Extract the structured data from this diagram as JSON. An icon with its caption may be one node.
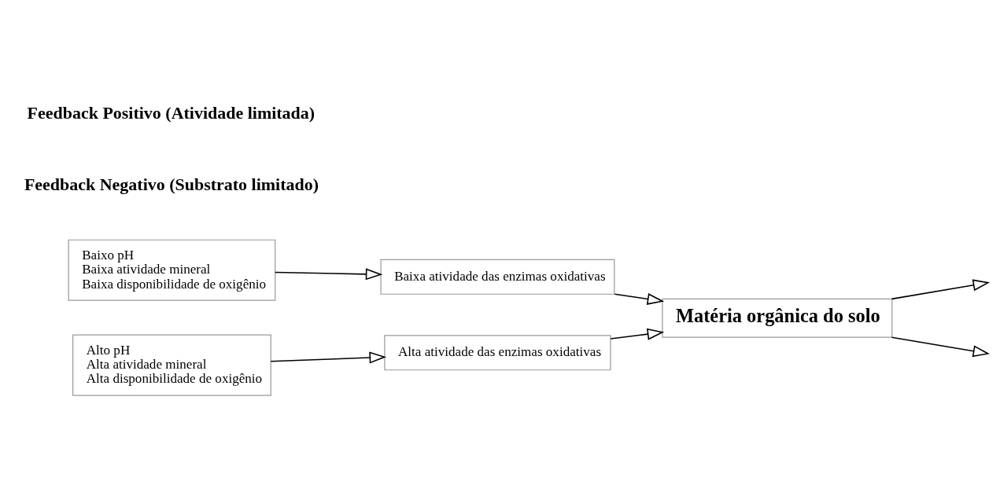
{
  "diagram": {
    "nodes": [
      {
        "text": [
          "Baixo pH",
          "Baixa atividade mineral",
          "Baixa disponibilidade de oxigênio"
        ]
      },
      {
        "text": [
          "Baixa atividade das enzimas oxidativas"
        ]
      },
      {
        "text": [
          "Matéria orgânica do solo"
        ]
      },
      {
        "text": [
          "Alta atividade das enzimas oxidativas"
        ]
      },
      {
        "text": [
          "Alto pH",
          "Alta atividade mineral",
          "Alta disponibilidade de oxigênio"
        ]
      }
    ],
    "edges": [
      {
        "from": 0,
        "to": 1,
        "arrow": "to"
      },
      {
        "from": 1,
        "to": 2,
        "arrow": "to"
      },
      {
        "from": 2,
        "to": null,
        "arrow": "to"
      },
      {
        "from": 3,
        "to": 2,
        "arrow": "to"
      },
      {
        "from": 4,
        "to": 3,
        "arrow": "to"
      },
      {
        "from": 2,
        "to": null,
        "arrow": "to"
      }
    ],
    "labels": [
      "Feedback Negativo (Substrato limitado)",
      "Feedback Positivo (Atividade limitada)"
    ]
  }
}
